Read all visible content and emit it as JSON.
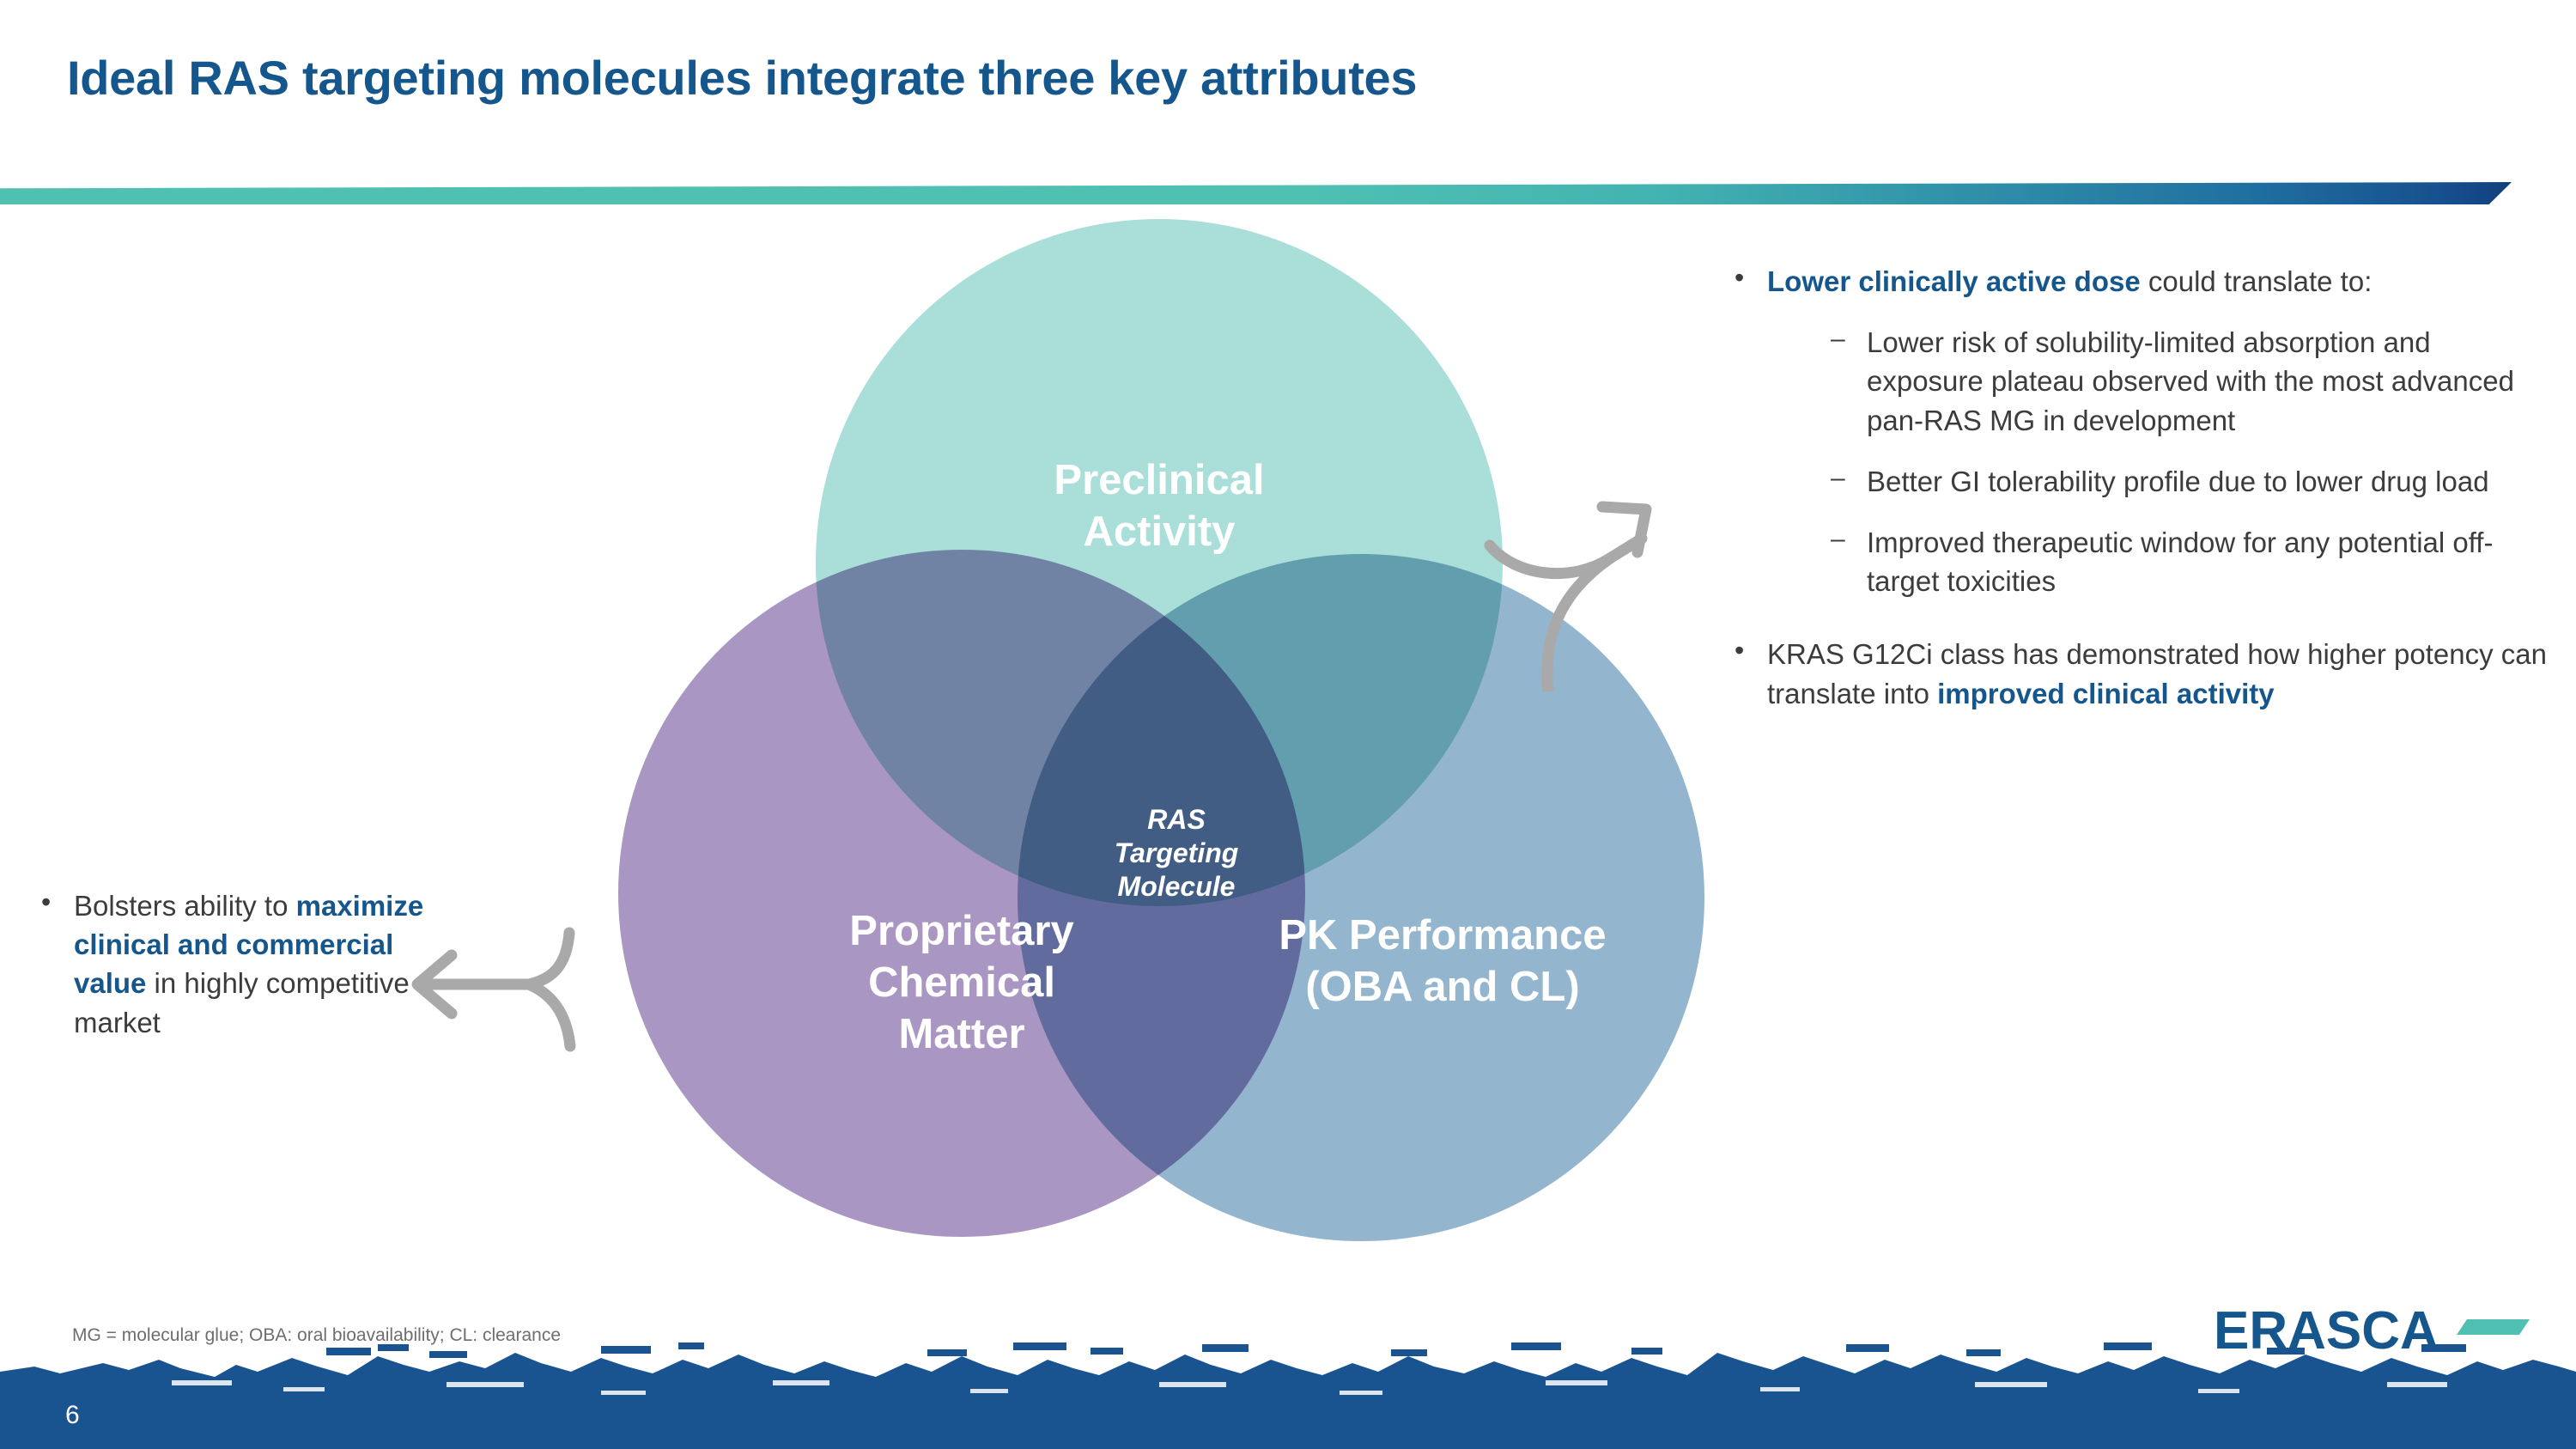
{
  "slide": {
    "title": "Ideal RAS targeting molecules integrate three key attributes",
    "page_number": "6",
    "footnote": "MG = molecular glue; OBA: oral bioavailability; CL: clearance"
  },
  "colors": {
    "title_blue": "#15568C",
    "accent_teal": "#4FC0B2",
    "footer_blue": "#1A5490",
    "circle_preclinical": "#A9DFD8",
    "circle_chemical": "#A996C2",
    "circle_pk": "#93B5CE",
    "arrow_gray": "#A6A6A6",
    "body_gray": "#3C3C3C"
  },
  "venn": {
    "preclinical": {
      "line1": "Preclinical",
      "line2": "Activity"
    },
    "chemical": {
      "line1": "Proprietary",
      "line2": "Chemical",
      "line3": "Matter"
    },
    "pk": {
      "line1": "PK Performance",
      "line2": "(OBA and CL)"
    },
    "center": {
      "line1": "RAS",
      "line2": "Targeting",
      "line3": "Molecule"
    }
  },
  "left_text": {
    "bullet": {
      "pre": "Bolsters ability to ",
      "bold": "maximize clinical and commercial value",
      "post": " in highly competitive market"
    }
  },
  "right_text": {
    "bullet1": {
      "bold": "Lower clinically active dose",
      "post": " could translate to:",
      "sub": [
        "Lower risk of solubility-limited absorption and exposure plateau observed with the most advanced pan-RAS MG in development",
        "Better GI tolerability profile due to lower drug load",
        "Improved therapeutic window for any potential off-target toxicities"
      ]
    },
    "bullet2": {
      "pre": "KRAS G12Ci class has demonstrated how higher potency can translate into ",
      "bold": "improved clinical activity"
    }
  },
  "logo": {
    "wordmark": "ERASCA"
  }
}
